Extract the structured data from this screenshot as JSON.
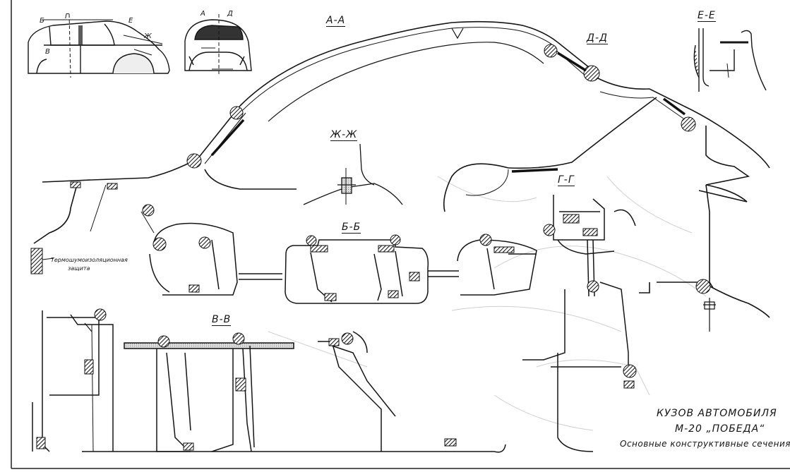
{
  "labels": {
    "aa": "А-А",
    "dd": "Д-Д",
    "ee": "Е-Е",
    "zhzh": "Ж-Ж",
    "gg": "Г-Г",
    "bb": "Б-Б",
    "vv": "В-В",
    "insul1": "Термошумоизоляционная",
    "insul2": "защита"
  },
  "key_letters": {
    "b": "Б",
    "g": "Г",
    "v": "В",
    "e": "Е",
    "zh": "Ж",
    "a": "А",
    "d": "Д"
  },
  "title": {
    "line1": "КУЗОВ АВТОМОБИЛЯ",
    "line2": "М-20 „ПОБЕДА“",
    "line3": "Основные конструктивные сечения"
  }
}
